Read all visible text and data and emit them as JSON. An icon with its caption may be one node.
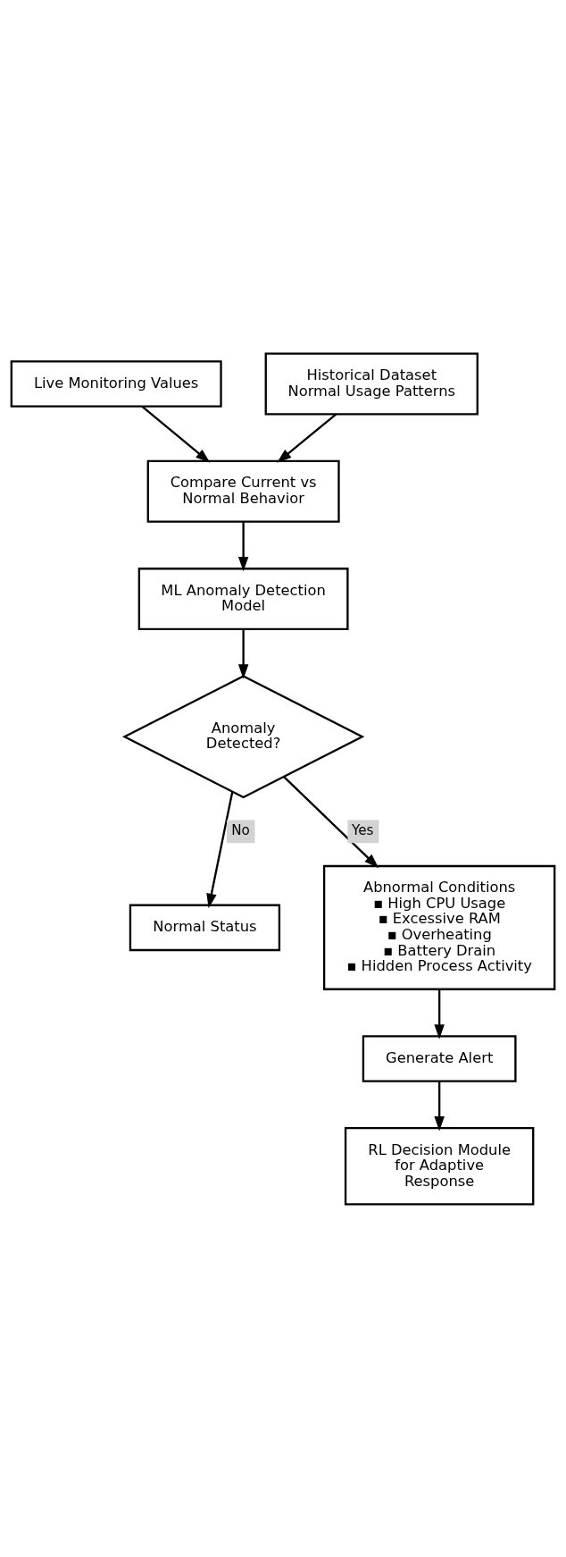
{
  "diagram": {
    "nodes": [
      {
        "text": [
          "Live Monitoring Values"
        ]
      },
      {
        "text": [
          "Historical Dataset Normal Usage Patterns"
        ]
      },
      {
        "text": [
          "Compare Current vs Normal Behavior"
        ]
      },
      {
        "text": [
          "ML Anomaly Detection Model"
        ]
      },
      {
        "text": [
          "Anomaly Detected?"
        ]
      },
      {
        "text": [
          "Normal Status"
        ]
      },
      {
        "text": [
          "Abnormal Conditions",
          "▪ High CPU Usage",
          "▪ Excessive RAM",
          "▪ Overheating",
          "▪ Battery Drain",
          "▪ Hidden Process Activity"
        ]
      },
      {
        "text": [
          "Generate Alert"
        ]
      },
      {
        "text": [
          "RL Decision Module for Adaptive Response"
        ]
      }
    ],
    "edges": [
      {
        "from": 0,
        "to": 2,
        "arrow": "to"
      },
      {
        "from": 1,
        "to": 2,
        "arrow": "to"
      },
      {
        "from": 2,
        "to": 3,
        "arrow": "to"
      },
      {
        "from": 3,
        "to": 4,
        "arrow": "to"
      },
      {
        "from": 4,
        "to": 5,
        "arrow": "to",
        "label": "No"
      },
      {
        "from": 4,
        "to": 6,
        "arrow": "to",
        "label": "Yes"
      },
      {
        "from": 6,
        "to": 7,
        "arrow": "to"
      },
      {
        "from": 7,
        "to": 8,
        "arrow": "to"
      }
    ]
  }
}
